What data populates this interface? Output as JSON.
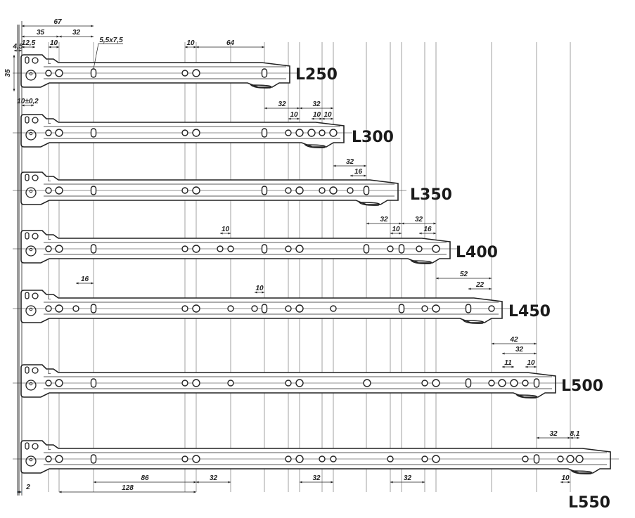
{
  "models": [
    "L250",
    "L300",
    "L350",
    "L400",
    "L450",
    "L500",
    "L550"
  ],
  "dimensions": [
    "67",
    "35",
    "32",
    "12,5",
    "10",
    "4,5",
    "10",
    "64",
    "5,5x7,5",
    "35",
    "10±0,2",
    "32",
    "32",
    "10",
    "10",
    "10",
    "32",
    "16",
    "32",
    "32",
    "10",
    "16",
    "10",
    "16",
    "10",
    "52",
    "22",
    "42",
    "32",
    "11",
    "10",
    "32",
    "8,1",
    "86",
    "128",
    "32",
    "32",
    "32",
    "10",
    "2"
  ],
  "rail_label": "L",
  "colors": {
    "line": "#222222",
    "wall": "#9a9a9a",
    "accent": "#1e90d8"
  }
}
